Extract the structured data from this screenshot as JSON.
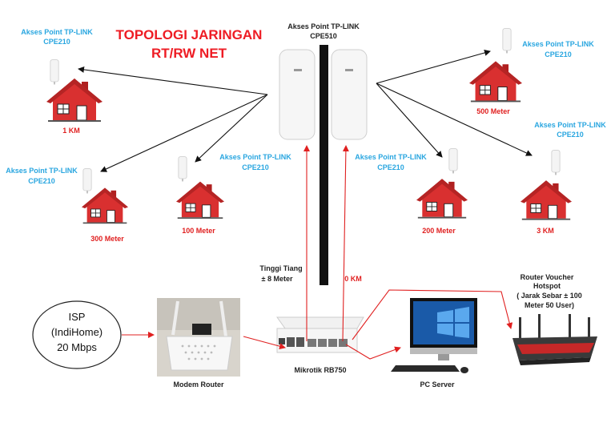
{
  "title": {
    "line1": "TOPOLOGI JARINGAN",
    "line2": "RT/RW NET"
  },
  "center_ap": {
    "line1": "Akses Point TP-LINK",
    "line2": "CPE510"
  },
  "tower_height": {
    "line1": "Tinggi Tiang",
    "line2": "± 8 Meter"
  },
  "center_distance": "0 KM",
  "houses": [
    {
      "label1": "Akses Point TP-LINK",
      "label2": "CPE210",
      "distance": "1 KM"
    },
    {
      "label1": "Akses Point TP-LINK",
      "label2": "CPE210",
      "distance": "300 Meter"
    },
    {
      "label1": "Akses Point TP-LINK",
      "label2": "CPE210",
      "distance": "100 Meter"
    },
    {
      "label1": "Akses Point TP-LINK",
      "label2": "CPE210",
      "distance": "500 Meter"
    },
    {
      "label1": "Akses Point TP-LINK",
      "label2": "CPE210",
      "distance": "3 KM"
    },
    {
      "label1": "Akses Point TP-LINK",
      "label2": "CPE210",
      "distance": "200 Meter"
    }
  ],
  "isp": {
    "line1": "ISP",
    "line2": "(IndiHome)",
    "line3": "20 Mbps"
  },
  "modem": {
    "label": "Modem Router"
  },
  "mikrotik": {
    "label": "Mikrotik RB750"
  },
  "pc": {
    "label": "PC Server"
  },
  "voucher_router": {
    "line1": "Router Voucher",
    "line2": "Hotspot",
    "line3": "( Jarak Sebar ± 100",
    "line4": "Meter 50 User)"
  },
  "colors": {
    "title": "#ee1c24",
    "ap_label": "#29a6e0",
    "distance": "#e02020",
    "house_red": "#d42a2a",
    "arrow_red": "#e02020",
    "arrow_black": "#111111"
  }
}
